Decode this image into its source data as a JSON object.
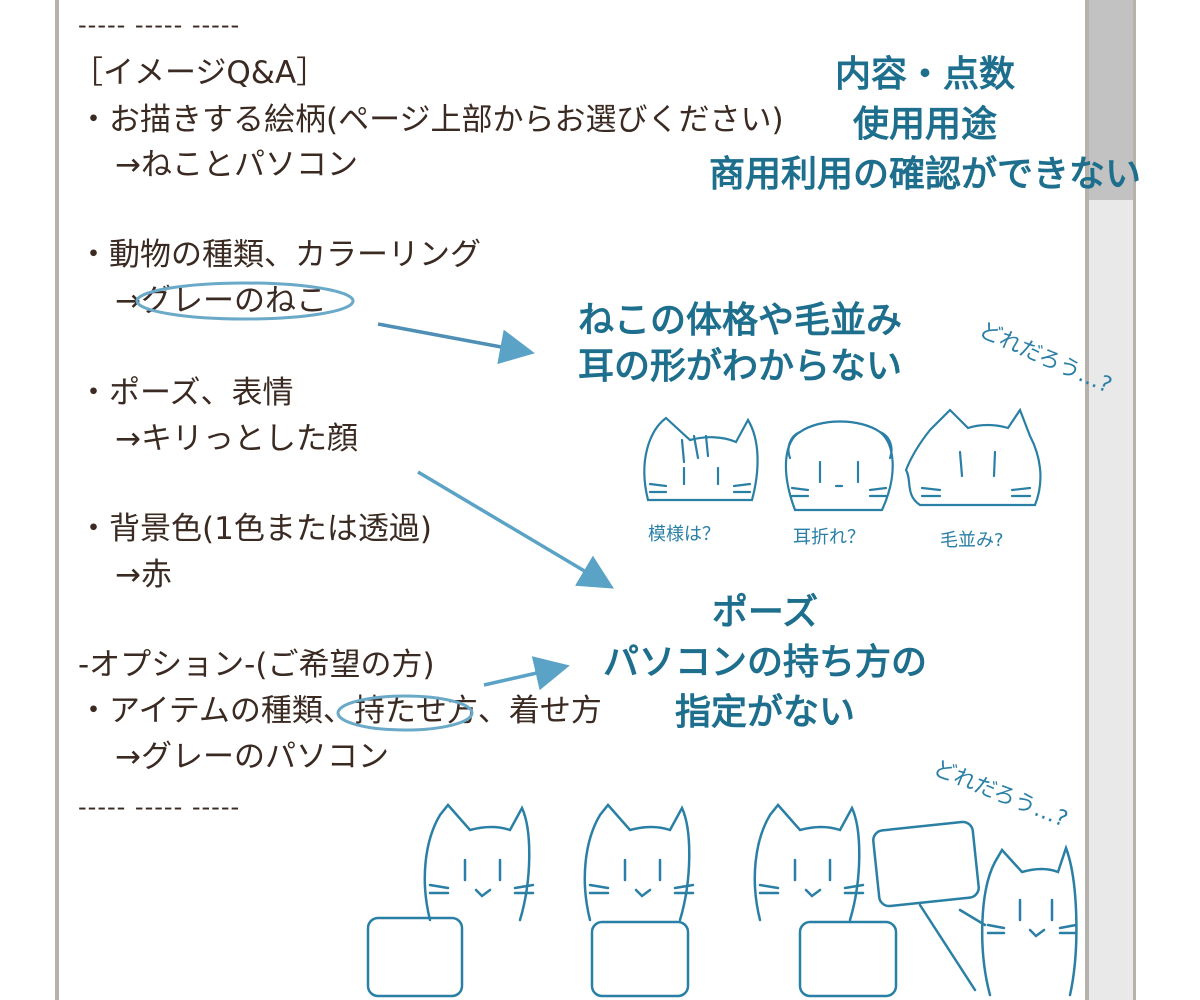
{
  "doc": {
    "dash_top": "----- ----- -----",
    "heading": "［イメージQ&A］",
    "q1": "・お描きする絵柄(ページ上部からお選びください)",
    "a1": "→ねことパソコン",
    "q2": "・動物の種類、カラーリング",
    "a2": "→グレーのねこ",
    "q3": "・ポーズ、表情",
    "a3": "→キリっとした顔",
    "q4": "・背景色(1色または透過)",
    "a4": "→赤",
    "opt": "-オプション-(ご希望の方)",
    "q5": "・アイテムの種類、持たせ方、着せ方",
    "a5": "→グレーのパソコン",
    "dash_bottom": "----- ----- -----"
  },
  "notes": {
    "n1_line1": "内容・点数",
    "n1_line2": "使用用途",
    "n1_line3": "商用利用の確認ができない",
    "n2_line1": "ねこの体格や毛並み",
    "n2_line2": "耳の形がわからない",
    "n3_line1": "ポーズ",
    "n3_line2": "パソコンの持ち方の",
    "n3_line3": "指定がない",
    "dore1": "どれだろう…?",
    "dore2": "どれだろう…?",
    "cap1": "模様は？",
    "cap2": "耳折れ？",
    "cap3": "毛並み?"
  },
  "colors": {
    "text": "#3a2a22",
    "accent": "#1e6f8d",
    "line": "#2a7fa5",
    "arrow": "#5aa3c7"
  }
}
